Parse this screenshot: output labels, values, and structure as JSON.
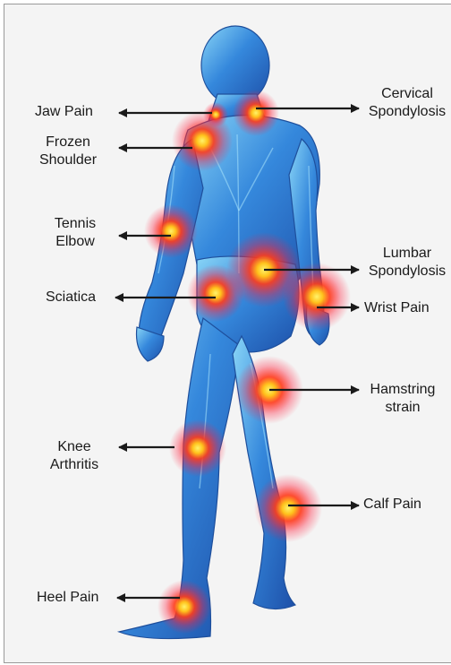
{
  "labels": {
    "jaw": "Jaw Pain",
    "frozen_1": "Frozen",
    "frozen_2": "Shoulder",
    "tennis_1": "Tennis",
    "tennis_2": "Elbow",
    "sciatica": "Sciatica",
    "knee_1": "Knee",
    "knee_2": "Arthritis",
    "heel": "Heel Pain",
    "cervical_1": "Cervical",
    "cervical_2": "Spondylosis",
    "lumbar_1": "Lumbar",
    "lumbar_2": "Spondylosis",
    "wrist": "Wrist Pain",
    "hamstring_1": "Hamstring",
    "hamstring_2": "strain",
    "calf": "Calf Pain"
  },
  "colors": {
    "body": "#2f7fd6",
    "body_highlight": "#7fd0f5",
    "pain_core": "#ffe23a",
    "pain_glow": "#ff2020",
    "arrow": "#1a1a1a"
  }
}
